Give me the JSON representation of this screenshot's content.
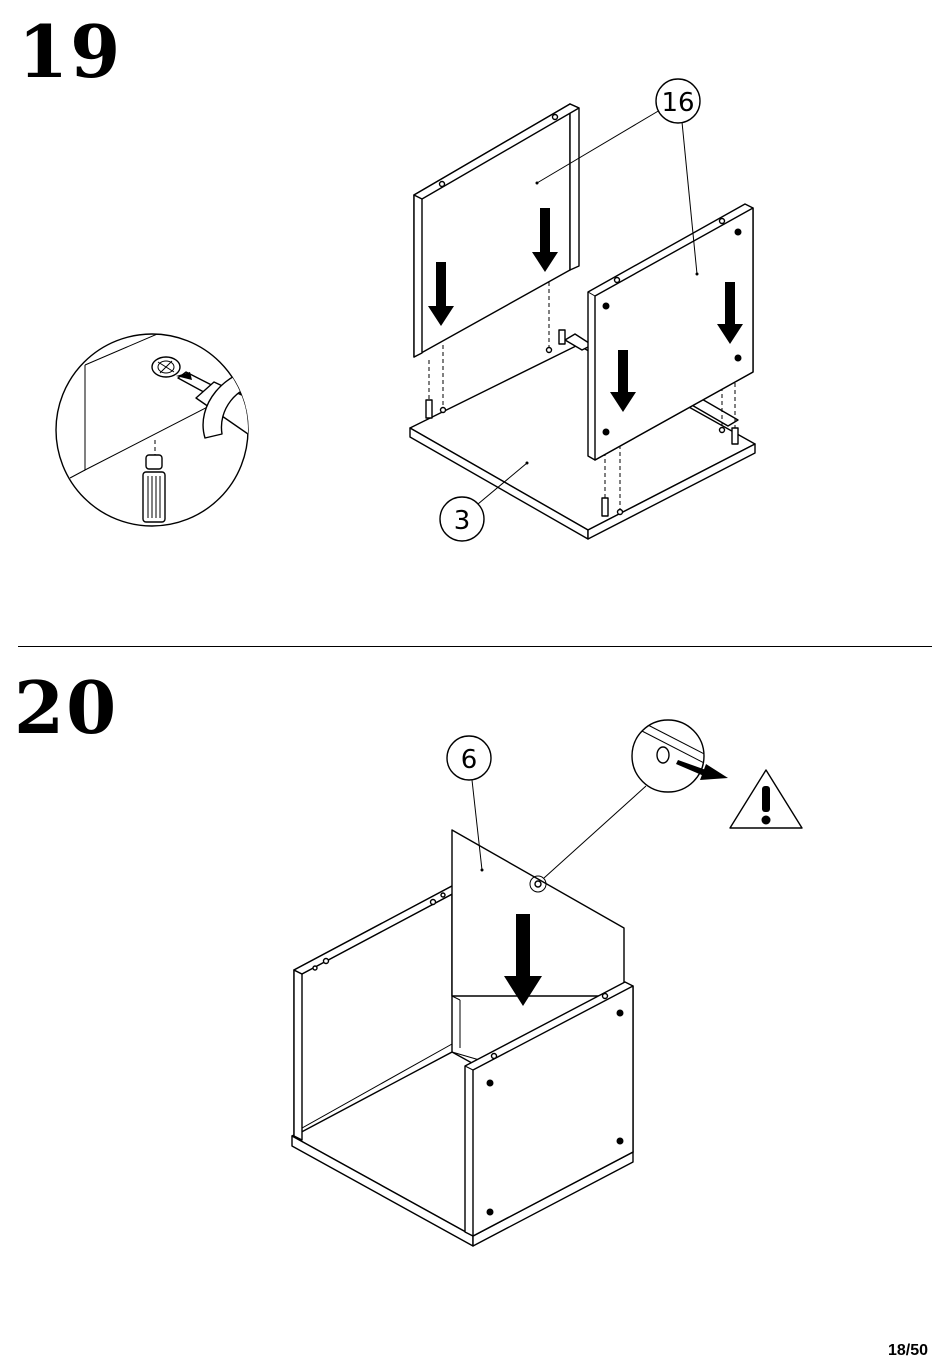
{
  "steps": [
    {
      "number": "19",
      "callouts": [
        "16",
        "3"
      ]
    },
    {
      "number": "20",
      "callouts": [
        "6"
      ]
    }
  ],
  "icons": {
    "warning": "warning-triangle-icon",
    "arrow": "down-arrow-icon",
    "screwdriver": "screwdriver-icon",
    "cam_lock": "cam-lock-icon",
    "dowel": "dowel-icon"
  },
  "footer": {
    "page_number": "18/50"
  }
}
